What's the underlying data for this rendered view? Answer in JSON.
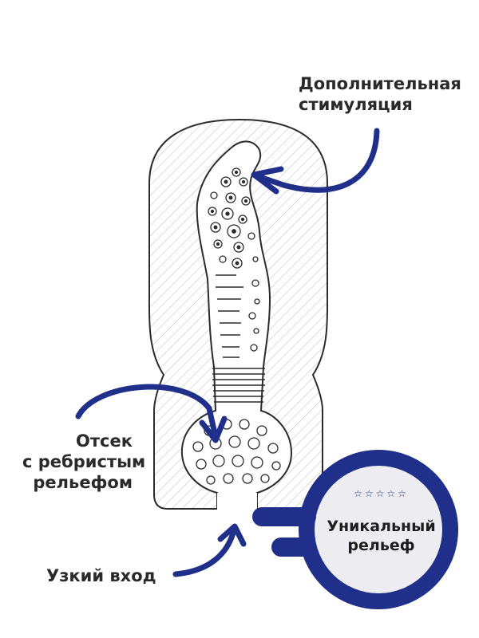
{
  "labels": {
    "top_line1": "Дополнительная",
    "top_line2": "стимуляция",
    "left_line1": "Отсек",
    "left_line2": "с ребристым",
    "left_line3": "рельефом",
    "bottom": "Узкий вход"
  },
  "badge": {
    "line1": "Уникальный",
    "line2": "рельеф",
    "stars": "☆☆☆☆☆"
  },
  "colors": {
    "accent": "#1f2f8a",
    "outline": "#2b2b2b",
    "hatch": "#b9b9b9"
  }
}
